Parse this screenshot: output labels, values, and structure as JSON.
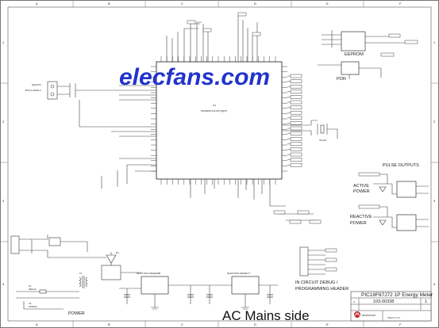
{
  "border": {
    "columns": [
      "A",
      "B",
      "C",
      "D",
      "E",
      "F"
    ],
    "rows": [
      "1",
      "2",
      "3",
      "4"
    ]
  },
  "watermark": "elecfans.com",
  "mcu": {
    "ref": "U3",
    "part": "PIC18F87J72-I/PT(QFP)"
  },
  "eeprom_label": "EEPROM",
  "por_label": "POR",
  "crystal_label": "32 kHz",
  "pulse_outputs": {
    "title": "PULSE OUTPUTS",
    "active": "ACTIVE\nPOWER",
    "active_l1": "ACTIVE",
    "active_l2": "POWER",
    "reactive_l1": "REACTIVE",
    "reactive_l2": "POWER"
  },
  "icsp": {
    "l1": "IN CIRCUIT DEBUG /",
    "l2": "PROGRAMMING HEADER"
  },
  "power_label": "POWER",
  "regulator_1": "MCP1703T-3302E/MB",
  "regulator_2": "MCP1703T-3302E/TT",
  "footer_note": "AC Mains side",
  "title_block": {
    "title": "PIC18F87J72 1P Energy Meter",
    "doc_no": "103-00338",
    "rev": "1",
    "size": "C",
    "company": "MICROCHIP",
    "sheet": "Sheet 1 of 1"
  },
  "power_parts": {
    "fuse": "F1",
    "fuse_val": "250mA",
    "mov": "V1",
    "varistor": "275VAC",
    "transformer": "T1",
    "diode": "D1"
  }
}
